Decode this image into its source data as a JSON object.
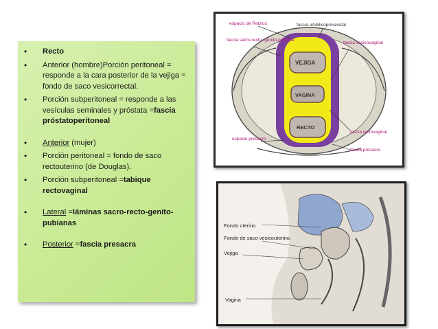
{
  "slide": {
    "items": [
      {
        "pre": "",
        "bold": "Recto",
        "post": "",
        "underline": ""
      },
      {
        "pre": "Anterior (hombre)Porción peritoneal = responde a la cara posterior de la vejiga = fondo de saco vesicorrectal.",
        "bold": "",
        "post": "",
        "underline": ""
      },
      {
        "pre": "Porción subperitoneal = responde a las vesículas seminales y próstata =",
        "bold": "fascia próstatoperitoneal",
        "post": "",
        "underline": ""
      },
      {
        "pre": "",
        "bold": "",
        "post": " (mujer)",
        "underline": "Anterior"
      },
      {
        "pre": "Porción peritoneal = fondo de saco rectouterino (de Douglas).",
        "bold": "",
        "post": "",
        "underline": ""
      },
      {
        "pre": "Porción subperitoneal =",
        "bold": "tabique rectovaginal",
        "post": "",
        "underline": ""
      },
      {
        "pre": "",
        "bold": "láminas sacro-recto-genito-pubianas",
        "post": " =",
        "underline": "Lateral"
      },
      {
        "pre": "",
        "bold": "fascia presacra",
        "post": " =",
        "underline": "Posterior"
      }
    ]
  },
  "figure_top": {
    "labels": {
      "retzius": "espacio de Retzius",
      "umbilico": "fascia umbilicoprevesical",
      "sacro": "fascia sacro-recto- genito-pubiana",
      "vesicovaginal": "fascia vesicovaginal",
      "vejiga": "VEJIGA",
      "vagina": "VAGINA",
      "recto": "RECTO",
      "rectovaginal": "fascia rectovaginal",
      "espacio_presacro": "espacio presacro",
      "presacra": "fascia presacra"
    }
  },
  "figure_bottom": {
    "labels": {
      "fondo_uterino": "Fondo uterino",
      "fondo_saco": "Fondo de saco vesicouterino.",
      "vejiga": "Vejiga",
      "vagina": "Vagina"
    }
  }
}
